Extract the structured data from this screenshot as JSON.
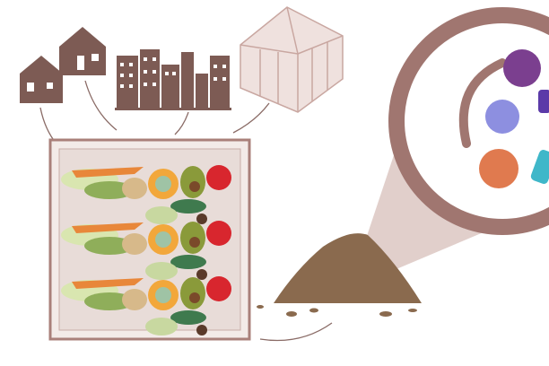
{
  "illustration": {
    "sources": [
      "houses",
      "city-buildings",
      "greenhouse"
    ],
    "bin_contents": [
      "lettuce",
      "carrot",
      "orange",
      "avocado",
      "tomato",
      "bread",
      "mushroom",
      "cabbage"
    ],
    "output": "compost-pile",
    "magnified": [
      "microbes"
    ]
  },
  "colors": {
    "buildings": "#7d5b54",
    "greenhouse": "#c9a7a1",
    "bin_border": "#a9807a",
    "bin_fill": "#f3ebe8",
    "compost": "#8a6a4e",
    "magnifier": "#a07670",
    "beam": "#d9c3be",
    "arrow": "#8a6b66",
    "microbe_purple": "#7b3f8f",
    "microbe_blue": "#8d8fe0",
    "microbe_orange": "#e07a4f",
    "microbe_teal": "#3fb7c9"
  }
}
